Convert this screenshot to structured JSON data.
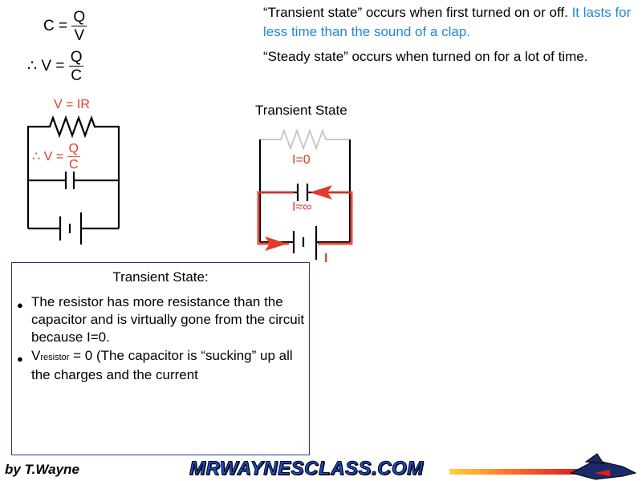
{
  "formulas": {
    "cap": {
      "lhs": "C =",
      "num": "Q",
      "den": "V"
    },
    "volt": {
      "lhs": "∴ V =",
      "num": "Q",
      "den": "C"
    }
  },
  "paragraphs": {
    "transient_main": "“Transient state” occurs when first turned on or off.",
    "transient_note": "It lasts for less time than the sound of a clap.",
    "steady": "“Steady state” occurs when turned on for a lot of time."
  },
  "left_circuit": {
    "resistor_label": "V = IR",
    "cap_lhs": "∴ V =",
    "cap_num": "Q",
    "cap_den": "C"
  },
  "right_circuit": {
    "title": "Transient State",
    "i_zero": "I=0",
    "i_inf": "I≈∞",
    "i_label": "I"
  },
  "textbox": {
    "title": "Transient State:",
    "bullet_1": "The resistor has more resistance than the capacitor and is virtually gone from the circuit because I=0.",
    "bullet_2_prefix": "V",
    "bullet_2_sub": "resistor",
    "bullet_2_rest": " = 0 (The capacitor is “sucking” up all the charges and the current",
    "bullet_glyph": "●"
  },
  "footer": {
    "author": "by T.Wayne",
    "logo": "MRWAYNESCLASS.COM"
  },
  "colors": {
    "red": "#e23b2e",
    "blue": "#1e88d8",
    "box_border": "#1f3a8a"
  }
}
